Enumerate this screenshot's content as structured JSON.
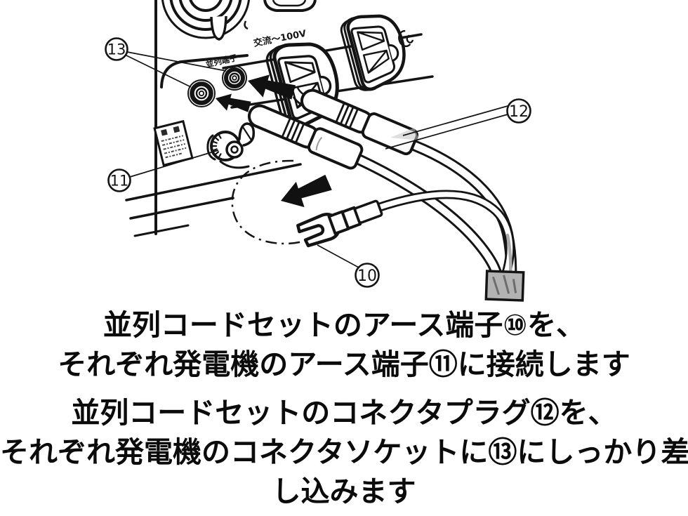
{
  "figure": {
    "labels": {
      "ac_outlets": "交流～100V",
      "parallel_terminals": "並列端子"
    },
    "callouts": {
      "c10": "10",
      "c11": "11",
      "c12": "12",
      "c13": "13"
    }
  },
  "caption": {
    "step1_lines": [
      "並列コードセットのアース端子⑩を、",
      "それぞれ発電機のアース端子⑪に接続します"
    ],
    "step2_lines": [
      "並列コードセットのコネクタプラグ⑫を、",
      "それぞれ発電機のコネクタソケットに⑬にしっかり差",
      "し込みます"
    ]
  },
  "colors": {
    "ink": "#141414",
    "paper": "#ffffff",
    "band_shade": "#b3b3b3"
  }
}
